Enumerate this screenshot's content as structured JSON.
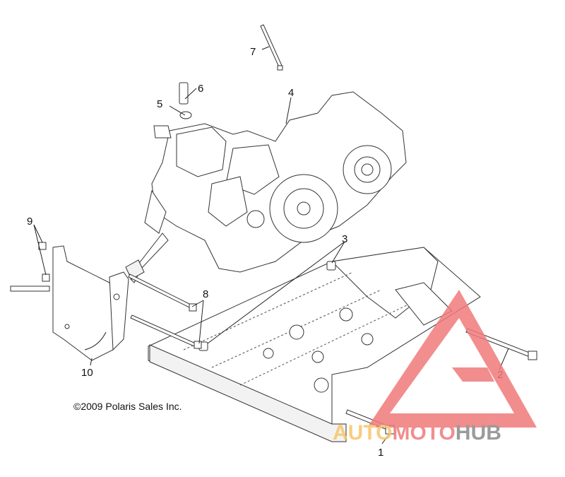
{
  "diagram": {
    "callouts": [
      {
        "id": "1",
        "label": "1"
      },
      {
        "id": "2",
        "label": "2"
      },
      {
        "id": "3",
        "label": "3"
      },
      {
        "id": "4",
        "label": "4"
      },
      {
        "id": "5",
        "label": "5"
      },
      {
        "id": "6",
        "label": "6"
      },
      {
        "id": "7",
        "label": "7"
      },
      {
        "id": "8",
        "label": "8"
      },
      {
        "id": "9",
        "label": "9"
      },
      {
        "id": "10",
        "label": "10"
      }
    ],
    "copyright": "©2009 Polaris Sales Inc."
  },
  "watermark": {
    "part1": "AUTO",
    "part2": "MOTO",
    "part3": "HUB",
    "colors": {
      "auto": "#f7c56a",
      "moto": "#f07a7a",
      "hub": "#8a8a8a",
      "triangle": "#f07a7a"
    }
  }
}
